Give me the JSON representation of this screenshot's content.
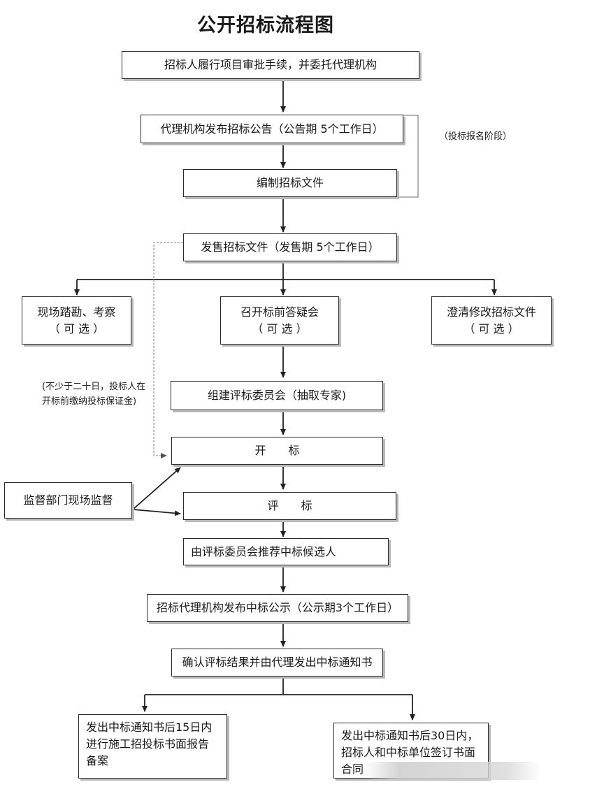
{
  "title": "公开招标流程图",
  "steps": {
    "approval": "招标人履行项目审批手续，并委托代理机构",
    "announce": "代理机构发布招标公告（公告期 5个工作日）",
    "prepare_docs": "编制招标文件",
    "sell_docs": "发售招标文件（发售期 5个工作日）",
    "site_visit": {
      "line1": "现场踏勘、考察",
      "line2": "（ 可 选 ）"
    },
    "qa_meeting": {
      "line1": "召开标前答疑会",
      "line2": "（ 可 选 ）"
    },
    "clarify": {
      "line1": "澄清修改招标文件",
      "line2": "（ 可 选 ）"
    },
    "committee": "组建评标委员会（抽取专家)",
    "open_bid": "开标",
    "evaluate": "评标",
    "recommend": "由评标委员会推荐中标候选人",
    "publicity": "招标代理机构发布中标公示（公示期3个工作日）",
    "notice": "确认评标结果并由代理发出中标通知书",
    "report": "发出中标通知书后15日内进行施工招投标书面报告备案",
    "contract": "发出中标通知书后30日内，招标人和中标单位签订书面合同"
  },
  "supervision": "监督部门现场监督",
  "notes": {
    "registration": "（投标报名阶段）",
    "deposit": "(不少于二十日，投标人在开标前缴纳投标保证金)"
  }
}
